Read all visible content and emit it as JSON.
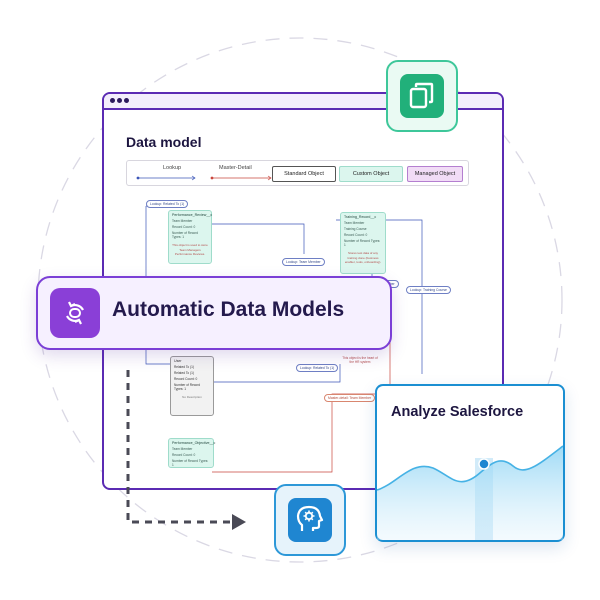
{
  "window": {
    "title": "Data model",
    "legend": {
      "lookup": "Lookup",
      "master_detail": "Master-Detail",
      "standard_object": "Standard Object",
      "custom_object": "Custom Object",
      "managed_object": "Managed Object"
    }
  },
  "diagram": {
    "cards": [
      {
        "title": "Performance_Review__c",
        "lines": [
          "Team Member",
          "Record Count: 0",
          "Number of Record Types: 1"
        ],
        "note": "This object is used to store Team Managers Performance Reviews."
      },
      {
        "title": "Training_Record__c",
        "lines": [
          "Team Member",
          "Training Course",
          "Record Count: 0",
          "Number of Record Types: 1"
        ],
        "note": "Stores test data of any training done (business enabler, tools, onboarding)."
      },
      {
        "title": "User",
        "lines": [
          "Related To (1)",
          "Related To (1)",
          "Record Count: 0",
          "Number of Record Types: 1"
        ],
        "note": "No Description"
      },
      {
        "title": "Performance_Objective__c",
        "lines": [
          "Team Member",
          "Record Count: 0",
          "Number of Record Types: 1"
        ],
        "note": ""
      }
    ],
    "tags": {
      "t1": "Lookup: Related To (1)",
      "t2": "Lookup: Team Member",
      "t3": "Lookup: Team Member",
      "t4": "Lookup: Training Course",
      "t5": "Lookup: Related To (1)",
      "t6": "Master-detail: Team Member"
    },
    "side_note": "This object is the heart of the HR system"
  },
  "banner": {
    "label": "Automatic Data Models",
    "icon": "link-sync-icon"
  },
  "analyze": {
    "title": "Analyze Salesforce"
  },
  "icons": {
    "top": "copy-documents-icon",
    "bottom": "head-gear-icon"
  },
  "colors": {
    "purple": "#7b3fd6",
    "green": "#21b07a",
    "blue": "#1f86d1",
    "navy": "#241a4d"
  }
}
